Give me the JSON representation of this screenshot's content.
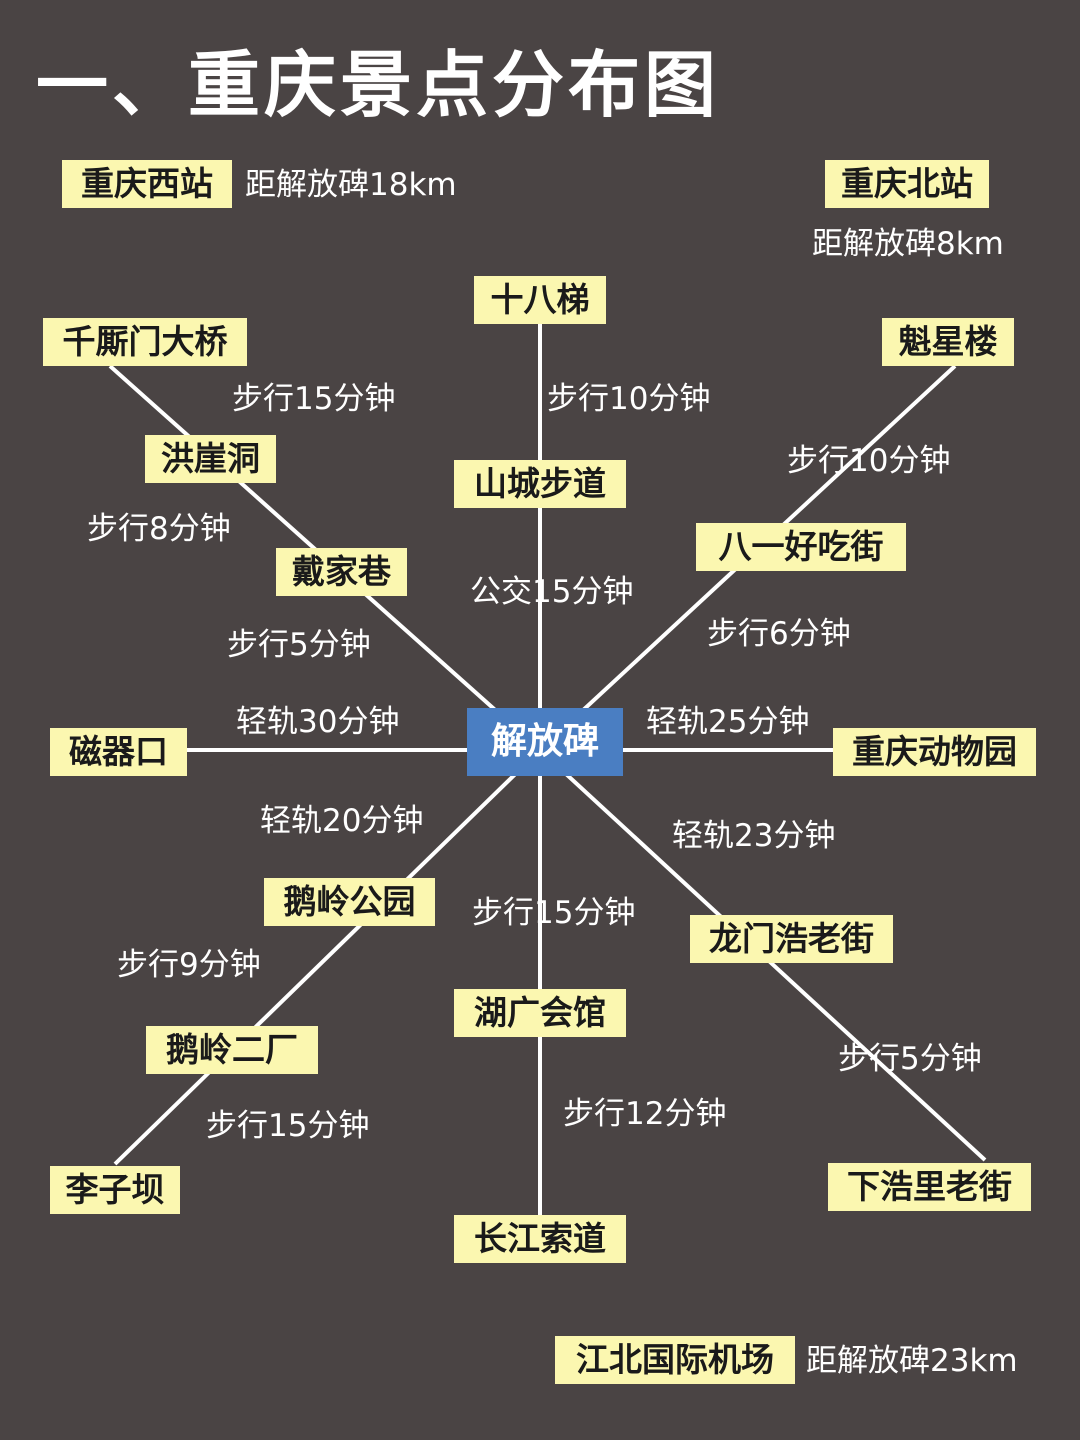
{
  "title": "一、重庆景点分布图",
  "hub": "解放碑",
  "places": {
    "chongqing_west": "重庆西站",
    "chongqing_north": "重庆北站",
    "shibati": "十八梯",
    "qiansimen": "千厮门大桥",
    "kuixinglou": "魁星楼",
    "hongyadong": "洪崖洞",
    "shancheng": "山城步道",
    "bayi": "八一好吃街",
    "daijiaxiang": "戴家巷",
    "ciqikou": "磁器口",
    "zoo": "重庆动物园",
    "eling_park": "鹅岭公园",
    "longmenhao": "龙门浩老街",
    "huguang": "湖广会馆",
    "eling_factory": "鹅岭二厂",
    "lizi": "李子坝",
    "xiahaoli": "下浩里老街",
    "changjiang": "长江索道",
    "airport": "江北国际机场"
  },
  "distances": {
    "west": "距解放碑18km",
    "north": "距解放碑8km",
    "airport": "距解放碑23km"
  },
  "routes": {
    "qiansimen_hongyadong": "步行15分钟",
    "shibati_shancheng": "步行10分钟",
    "kuixinglou_bayi": "步行10分钟",
    "hongyadong_daijiaxiang": "步行8分钟",
    "shancheng_hub": "公交15分钟",
    "bayi_hub": "步行6分钟",
    "daijiaxiang_hub": "步行5分钟",
    "ciqikou_hub": "轻轨30分钟",
    "zoo_hub": "轻轨25分钟",
    "eling_hub": "轻轨20分钟",
    "longmenhao_hub": "轻轨23分钟",
    "huguang_hub": "步行15分钟",
    "eling_factory": "步行9分钟",
    "xiahaoli_longmenhao": "步行5分钟",
    "changjiang_huguang": "步行12分钟",
    "lizi_factory": "步行15分钟"
  },
  "colors": {
    "background": "#4a4444",
    "tag": "#fbf7b0",
    "hub": "#4a7ec2",
    "line": "#ffffff"
  }
}
